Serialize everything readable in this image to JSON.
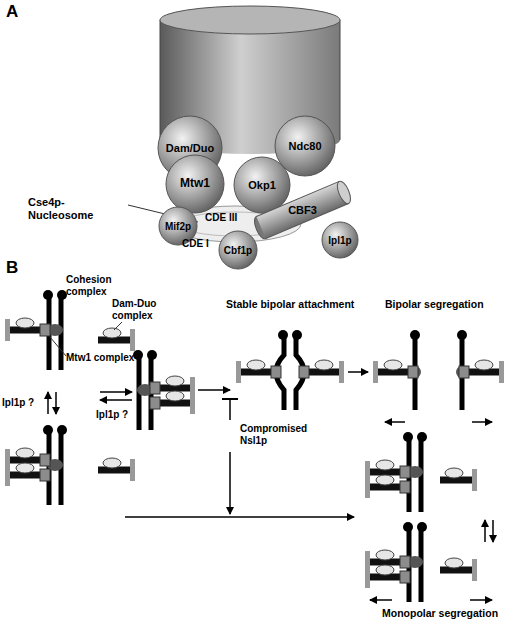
{
  "diagram": {
    "nodes": [
      {
        "text": [
          "Dam/Duo"
        ]
      },
      {
        "text": [
          "Ndc80"
        ]
      },
      {
        "text": [
          "Mtw1"
        ]
      },
      {
        "text": [
          "Okp1"
        ]
      },
      {
        "text": [
          "CBF3"
        ]
      },
      {
        "text": [
          "Mif2p"
        ]
      },
      {
        "text": [
          "Cbf1p"
        ]
      },
      {
        "text": [
          "Ipl1p"
        ]
      }
    ],
    "labels": [
      "A",
      "Cse4p-Nucleosome",
      "CDE III",
      "CDE I",
      "B",
      "Cohesion complex",
      "Dam-Duo complex",
      "Stable bipolar attachment",
      "Bipolar segregation",
      "Mtw1 complex",
      "Ipl1p ?",
      "Ipl1p ?",
      "Compromised Nsl1p",
      "Monopolar segregation"
    ]
  }
}
